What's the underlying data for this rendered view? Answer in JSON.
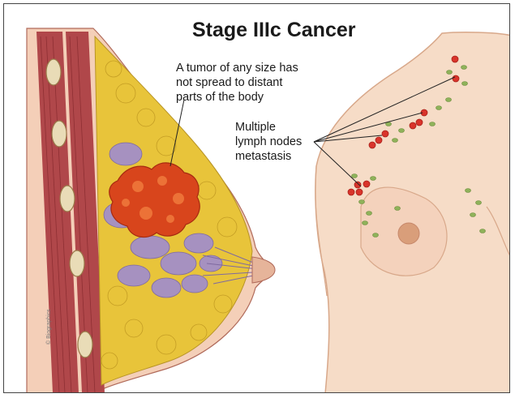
{
  "title": "Stage IIIc Cancer",
  "tumor_annotation": "A tumor of any size has\nnot spread to distant\nparts of the body",
  "lymph_annotation": "Multiple\nlymph nodes\nmetastasis",
  "credit": "© Biographics",
  "colors": {
    "muscle": "#b0474a",
    "fat": "#e8c43a",
    "glands": "#a691c0",
    "tumor": "#d8451c",
    "skin": "#f6dcc7",
    "node_affected": "#d9342b",
    "node_normal": "#8fb25a"
  }
}
